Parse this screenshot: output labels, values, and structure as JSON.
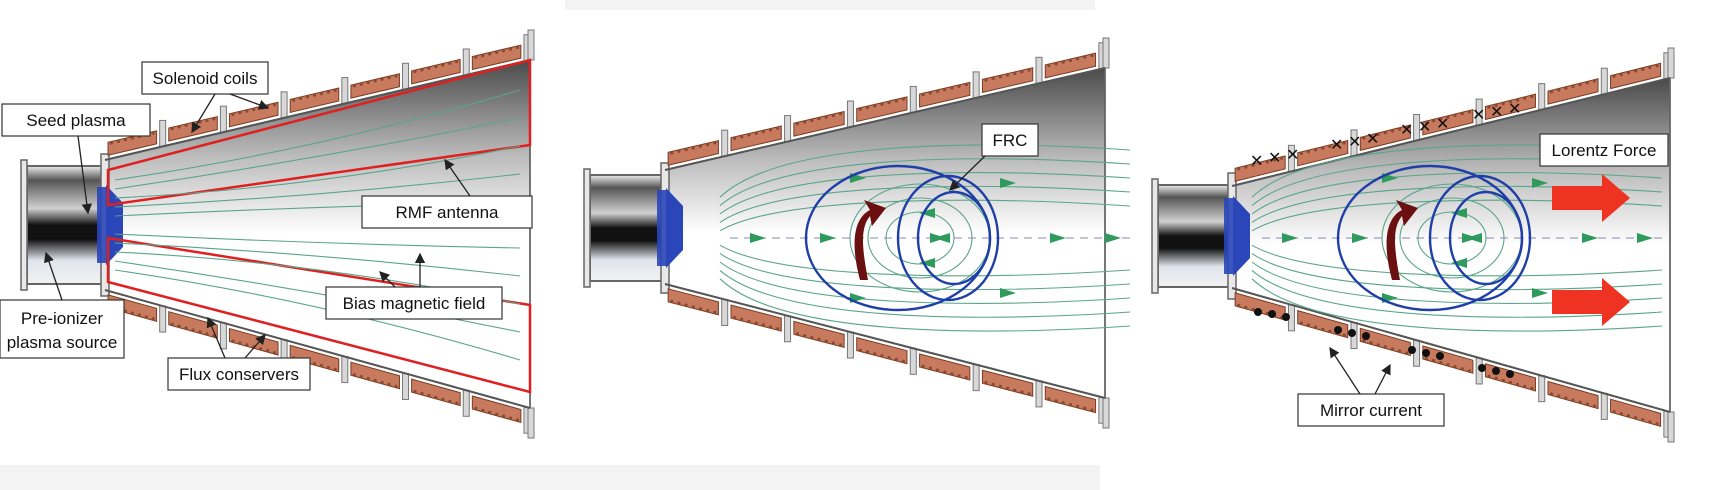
{
  "panel1": {
    "labels": {
      "solenoid_coils": "Solenoid coils",
      "seed_plasma": "Seed plasma",
      "rmf_antenna": "RMF antenna",
      "bias_magnetic_field": "Bias magnetic field",
      "pre_ionizer_line1": "Pre-ionizer",
      "pre_ionizer_line2": "plasma source",
      "flux_conservers": "Flux conservers"
    }
  },
  "panel2": {
    "labels": {
      "frc": "FRC"
    }
  },
  "panel3": {
    "labels": {
      "lorentz_force": "Lorentz Force",
      "mirror_current": "Mirror current"
    }
  },
  "colors": {
    "coil": "#c87a5e",
    "coil_stroke": "#7a3b22",
    "antenna": "#e02020",
    "field_line": "#5aa58a",
    "arrow_green": "#2e9a5c",
    "frc_loop": "#1f3fa8",
    "rotation_arrow": "#6b1010",
    "force_arrow": "#ee3322",
    "injector_blue": "#2a46b8"
  }
}
